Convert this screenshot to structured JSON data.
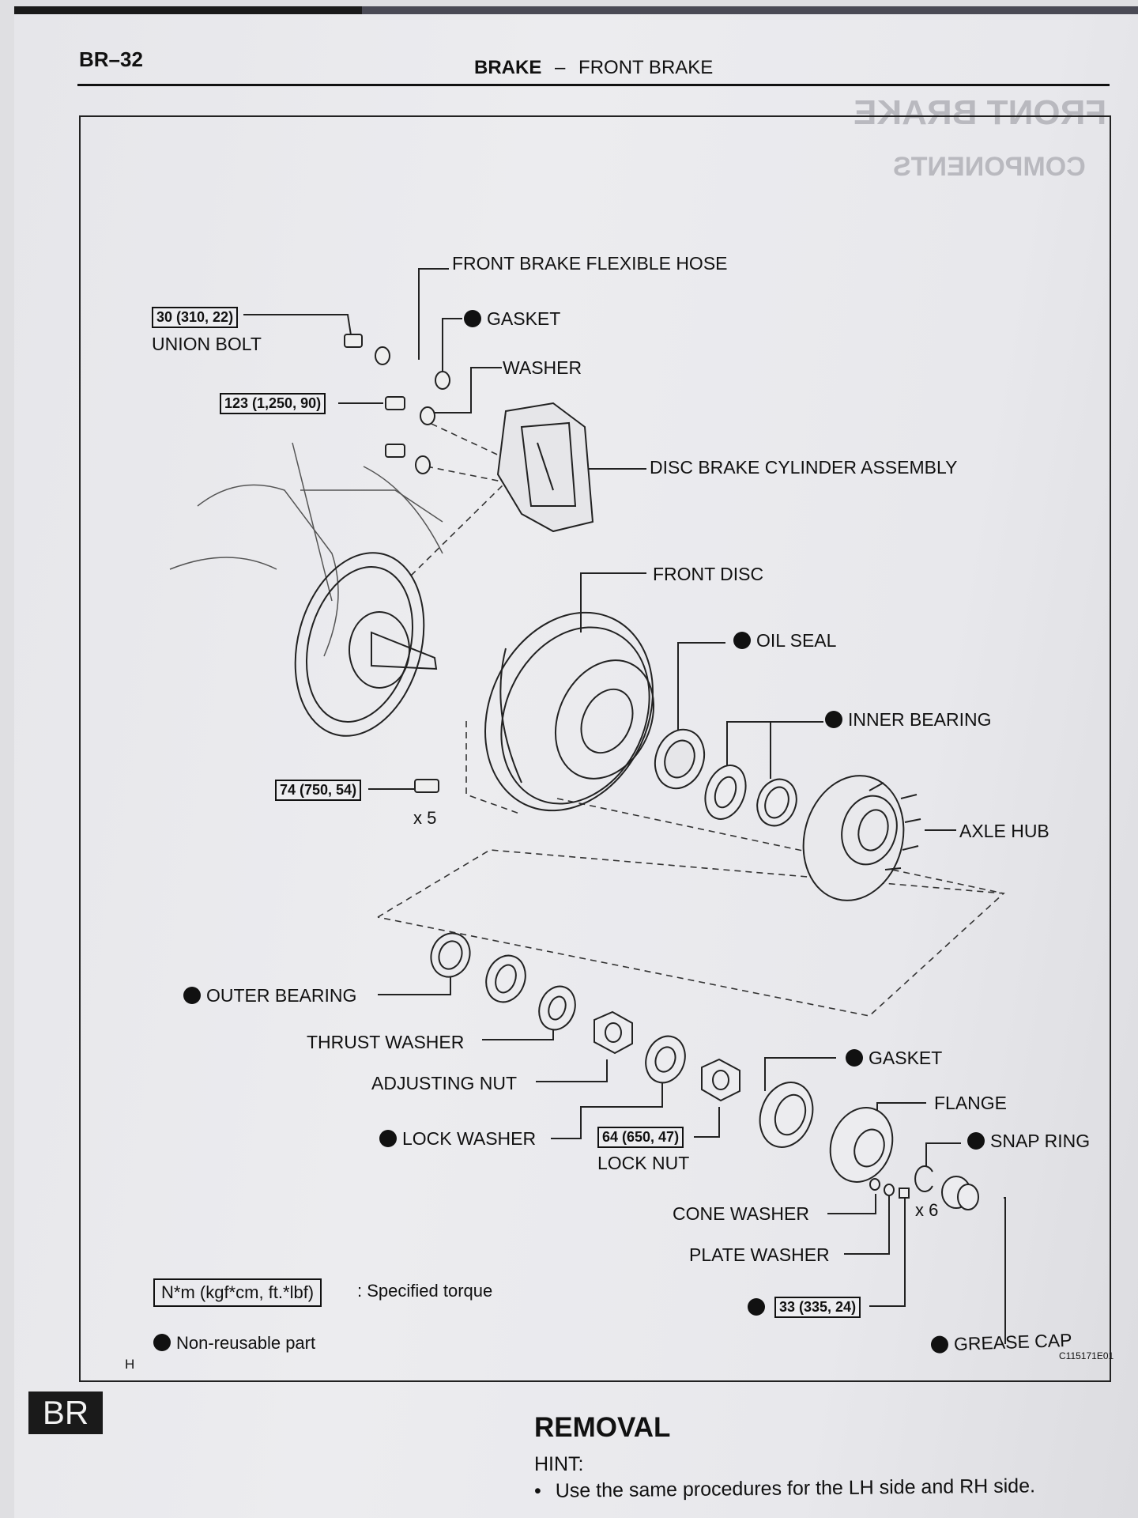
{
  "page": {
    "number": "BR–32",
    "section": "BRAKE",
    "separator": "–",
    "subsection": "FRONT BRAKE",
    "figure_code": "C115171E01",
    "figure_mark": "H",
    "side_tab": "BR"
  },
  "bleed_through": {
    "title": "FRONT BRAKE",
    "subtitle": "COMPONENTS"
  },
  "labels": {
    "flexible_hose": "FRONT BRAKE FLEXIBLE HOSE",
    "union_bolt": "UNION BOLT",
    "gasket_top": "GASKET",
    "washer": "WASHER",
    "caliper": "DISC BRAKE CYLINDER ASSEMBLY",
    "front_disc": "FRONT DISC",
    "oil_seal": "OIL SEAL",
    "inner_bearing": "INNER BEARING",
    "axle_hub": "AXLE HUB",
    "outer_bearing": "OUTER BEARING",
    "thrust_washer": "THRUST WASHER",
    "adjusting_nut": "ADJUSTING NUT",
    "lock_washer": "LOCK WASHER",
    "lock_nut": "LOCK NUT",
    "gasket_flange": "GASKET",
    "flange": "FLANGE",
    "snap_ring": "SNAP RING",
    "cone_washer": "CONE WASHER",
    "plate_washer": "PLATE WASHER",
    "grease_cap": "GREASE CAP"
  },
  "torques": {
    "union_bolt": "30 (310, 22)",
    "caliper_bolt": "123 (1,250, 90)",
    "disc_bolt": "74 (750, 54)",
    "lock_nut": "64 (650, 47)",
    "flange_nut": "33 (335, 24)"
  },
  "quantities": {
    "disc_bolt": "x 5",
    "flange_nut": "x 6"
  },
  "legend": {
    "torque_unit": "N*m (kgf*cm, ft.*lbf)",
    "torque_desc": ": Specified torque",
    "non_reusable": "Non-reusable part"
  },
  "removal": {
    "heading": "REMOVAL",
    "hint_label": "HINT:",
    "bullet_mark": "•",
    "bullet_text": "Use the same procedures for the LH side and RH side."
  }
}
